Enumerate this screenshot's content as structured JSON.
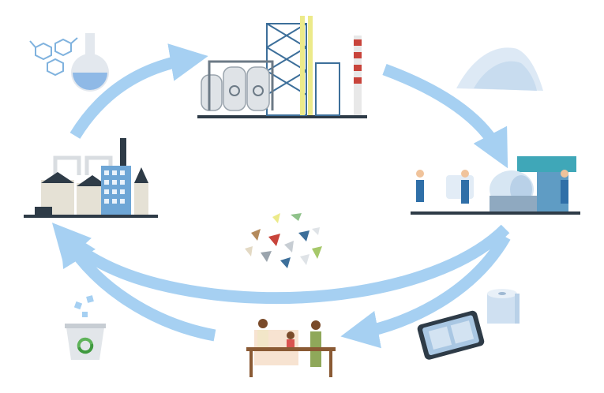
{
  "diagram": {
    "type": "cycle",
    "stages": [
      {
        "id": "chemicals",
        "icon": "chemical-flask-icon"
      },
      {
        "id": "refinery",
        "icon": "refinery-icon"
      },
      {
        "id": "raw-material",
        "icon": "powder-pile-icon"
      },
      {
        "id": "processing-plant",
        "icon": "paper-machine-icon"
      },
      {
        "id": "products",
        "icon": "tissue-roll-and-tray-icon"
      },
      {
        "id": "consumers",
        "icon": "family-table-icon"
      },
      {
        "id": "recycling",
        "icon": "recycle-bin-icon"
      },
      {
        "id": "waste-flakes",
        "icon": "plastic-flakes-icon"
      },
      {
        "id": "factory",
        "icon": "factory-icon"
      }
    ]
  },
  "colors": {
    "arrow": "#a6d0f2",
    "steel": "#3d6f9a",
    "dark": "#2e3b47",
    "industrial_gray": "#6c7a86",
    "accent_yellow": "#ecea8a",
    "accent_teal": "#3fa7b8"
  }
}
